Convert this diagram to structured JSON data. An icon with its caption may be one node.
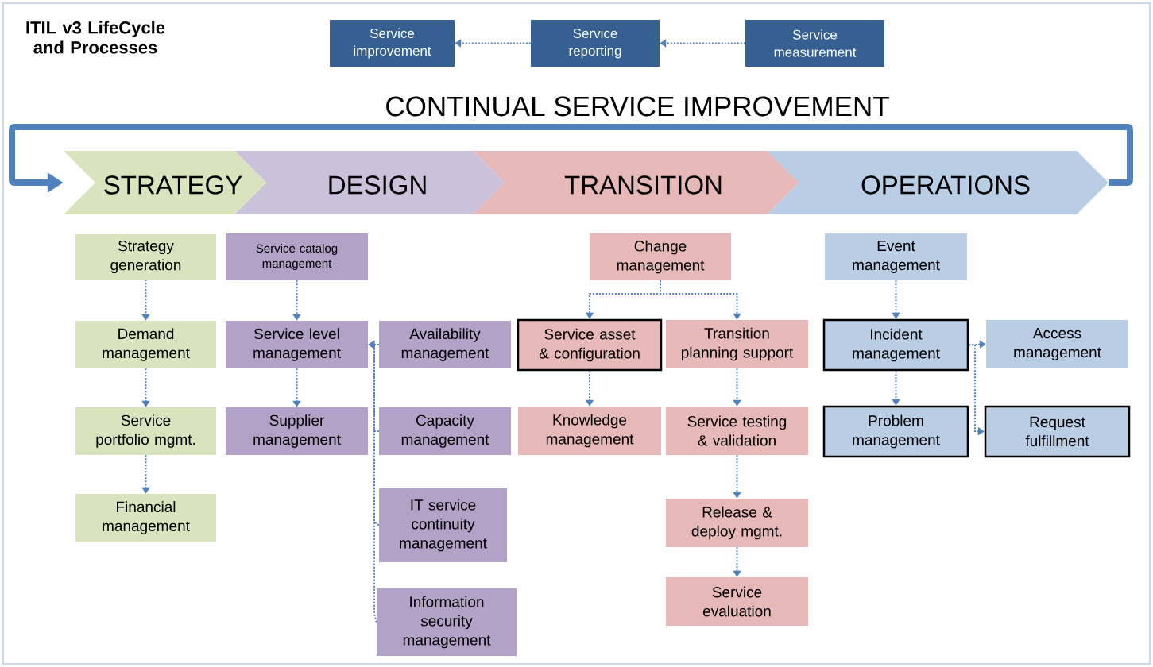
{
  "diagram": {
    "title": "ITIL v3 LifeCycle and Processes",
    "nodes": [
      {
        "text": [
          "Service improvement"
        ]
      },
      {
        "text": [
          "Service reporting"
        ]
      },
      {
        "text": [
          "Service measurement"
        ]
      },
      {
        "text": [
          "STRATEGY"
        ]
      },
      {
        "text": [
          "DESIGN"
        ]
      },
      {
        "text": [
          "TRANSITION"
        ]
      },
      {
        "text": [
          "OPERATIONS"
        ]
      },
      {
        "text": [
          "Strategy generation"
        ]
      },
      {
        "text": [
          "Demand management"
        ]
      },
      {
        "text": [
          "Service portfolio mgmt."
        ]
      },
      {
        "text": [
          "Financial management"
        ]
      },
      {
        "text": [
          "Service catalog management"
        ]
      },
      {
        "text": [
          "Service level management"
        ]
      },
      {
        "text": [
          "Supplier management"
        ]
      },
      {
        "text": [
          "Availability management"
        ]
      },
      {
        "text": [
          "Capacity management"
        ]
      },
      {
        "text": [
          "IT service continuity management"
        ]
      },
      {
        "text": [
          "Information security management"
        ]
      },
      {
        "text": [
          "Change management"
        ]
      },
      {
        "text": [
          "Service asset & configuration"
        ]
      },
      {
        "text": [
          "Transition planning support"
        ]
      },
      {
        "text": [
          "Knowledge management"
        ]
      },
      {
        "text": [
          "Service testing & validation"
        ]
      },
      {
        "text": [
          "Release & deploy mgmt."
        ]
      },
      {
        "text": [
          "Service evaluation"
        ]
      },
      {
        "text": [
          "Event management"
        ]
      },
      {
        "text": [
          "Incident management"
        ]
      },
      {
        "text": [
          "Problem management"
        ]
      },
      {
        "text": [
          "Access management"
        ]
      },
      {
        "text": [
          "Request fulfillment"
        ]
      }
    ],
    "edges": [
      {
        "from": 1,
        "to": 0,
        "arrow": "to",
        "style": "dashed"
      },
      {
        "from": 2,
        "to": 1,
        "arrow": "to",
        "style": "dashed"
      },
      {
        "from": 7,
        "to": 8,
        "arrow": "to",
        "style": "dashed"
      },
      {
        "from": 8,
        "to": 9,
        "arrow": "to",
        "style": "dashed"
      },
      {
        "from": 9,
        "to": 10,
        "arrow": "to",
        "style": "dashed"
      },
      {
        "from": 11,
        "to": 12,
        "arrow": "to",
        "style": "dashed"
      },
      {
        "from": 12,
        "to": 13,
        "arrow": "to",
        "style": "dashed"
      },
      {
        "from": 14,
        "to": 12,
        "arrow": "to",
        "style": "dashed"
      },
      {
        "from": 15,
        "to": 12,
        "arrow": "to",
        "style": "dashed"
      },
      {
        "from": 16,
        "to": 12,
        "arrow": "to",
        "style": "dashed"
      },
      {
        "from": 17,
        "to": 12,
        "arrow": "to",
        "style": "dashed"
      },
      {
        "from": 18,
        "to": 19,
        "arrow": "to",
        "style": "dashed"
      },
      {
        "from": 18,
        "to": 20,
        "arrow": "to",
        "style": "dashed"
      },
      {
        "from": 19,
        "to": 21,
        "arrow": "to",
        "style": "dashed"
      },
      {
        "from": 20,
        "to": 22,
        "arrow": "to",
        "style": "dashed"
      },
      {
        "from": 22,
        "to": 23,
        "arrow": "to",
        "style": "dashed"
      },
      {
        "from": 23,
        "to": 24,
        "arrow": "to",
        "style": "dashed"
      },
      {
        "from": 25,
        "to": 26,
        "arrow": "to",
        "style": "dashed"
      },
      {
        "from": 26,
        "to": 27,
        "arrow": "to",
        "style": "dashed"
      },
      {
        "from": 26,
        "to": 28,
        "arrow": "to",
        "style": "dashed"
      },
      {
        "from": 26,
        "to": 29,
        "arrow": "to",
        "style": "dashed"
      },
      {
        "from": 6,
        "to": 3,
        "arrow": "to",
        "style": "thick"
      }
    ],
    "labels": [
      "CONTINUAL SERVICE IMPROVEMENT"
    ]
  }
}
